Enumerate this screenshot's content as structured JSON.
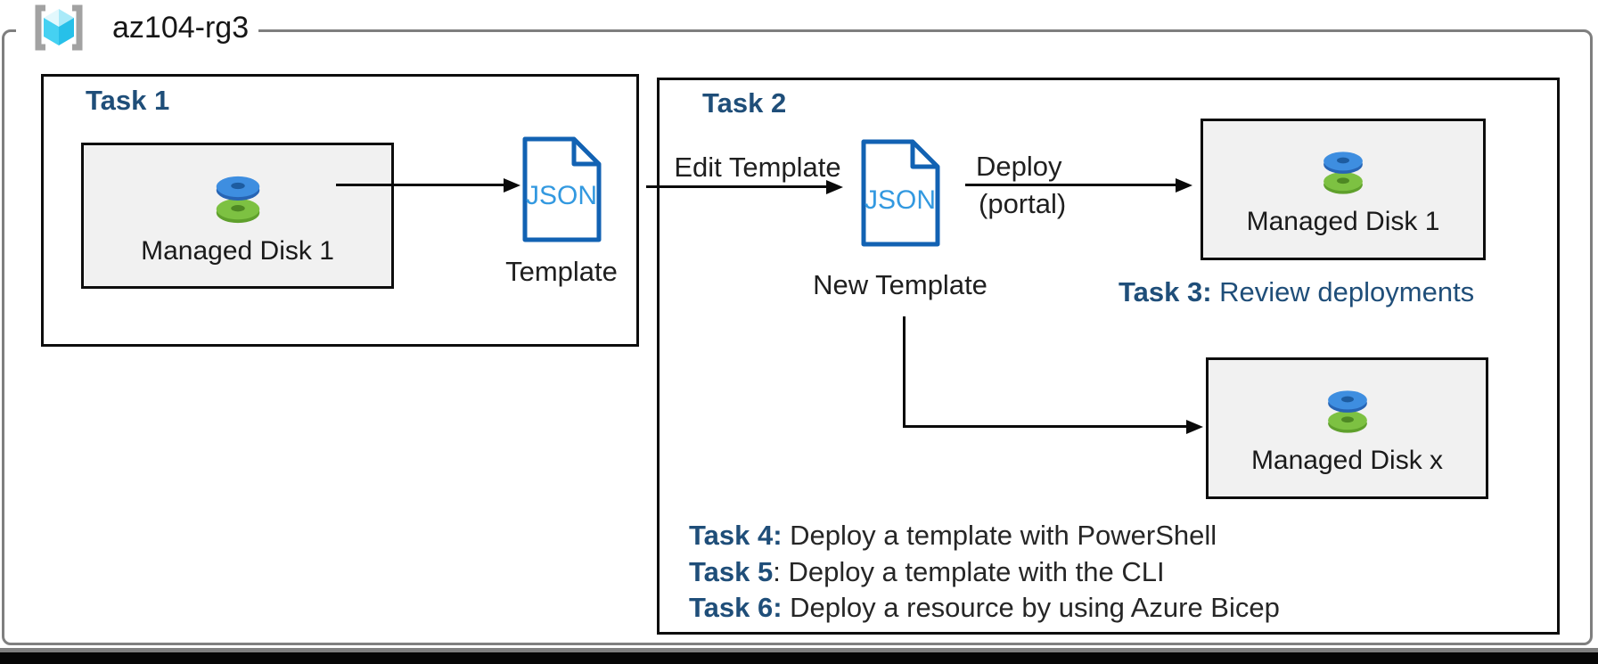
{
  "resource_group": {
    "label": "az104-rg3"
  },
  "colors": {
    "accent_blue": "#1f4e79",
    "json_border": "#1262b3",
    "json_text": "#3399e0",
    "disk_blue": "#3e8ee0",
    "disk_green": "#7dc142",
    "box_fill": "#f1f1f1",
    "rg_border": "#7f7f7f"
  },
  "task1": {
    "title": "Task 1",
    "disk_box": {
      "label": "Managed Disk 1"
    },
    "template": {
      "file_label": "JSON",
      "caption": "Template"
    }
  },
  "task2": {
    "title": "Task 2",
    "edit_arrow_label": "Edit Template",
    "template": {
      "file_label": "JSON",
      "caption": "New Template"
    },
    "deploy_label_line1": "Deploy",
    "deploy_label_line2": "(portal)",
    "disk_box_top": {
      "label": "Managed Disk 1"
    },
    "disk_box_bottom": {
      "label": "Managed Disk x"
    },
    "task3": {
      "bold": "Task 3:",
      "rest": " Review deployments"
    },
    "task_list": [
      {
        "bold": "Task 4:",
        "rest": " Deploy a template with PowerShell"
      },
      {
        "bold": "Task 5",
        "rest": ": Deploy a template with the CLI"
      },
      {
        "bold": "Task 6:",
        "rest": " Deploy a resource by using Azure Bicep"
      }
    ]
  }
}
